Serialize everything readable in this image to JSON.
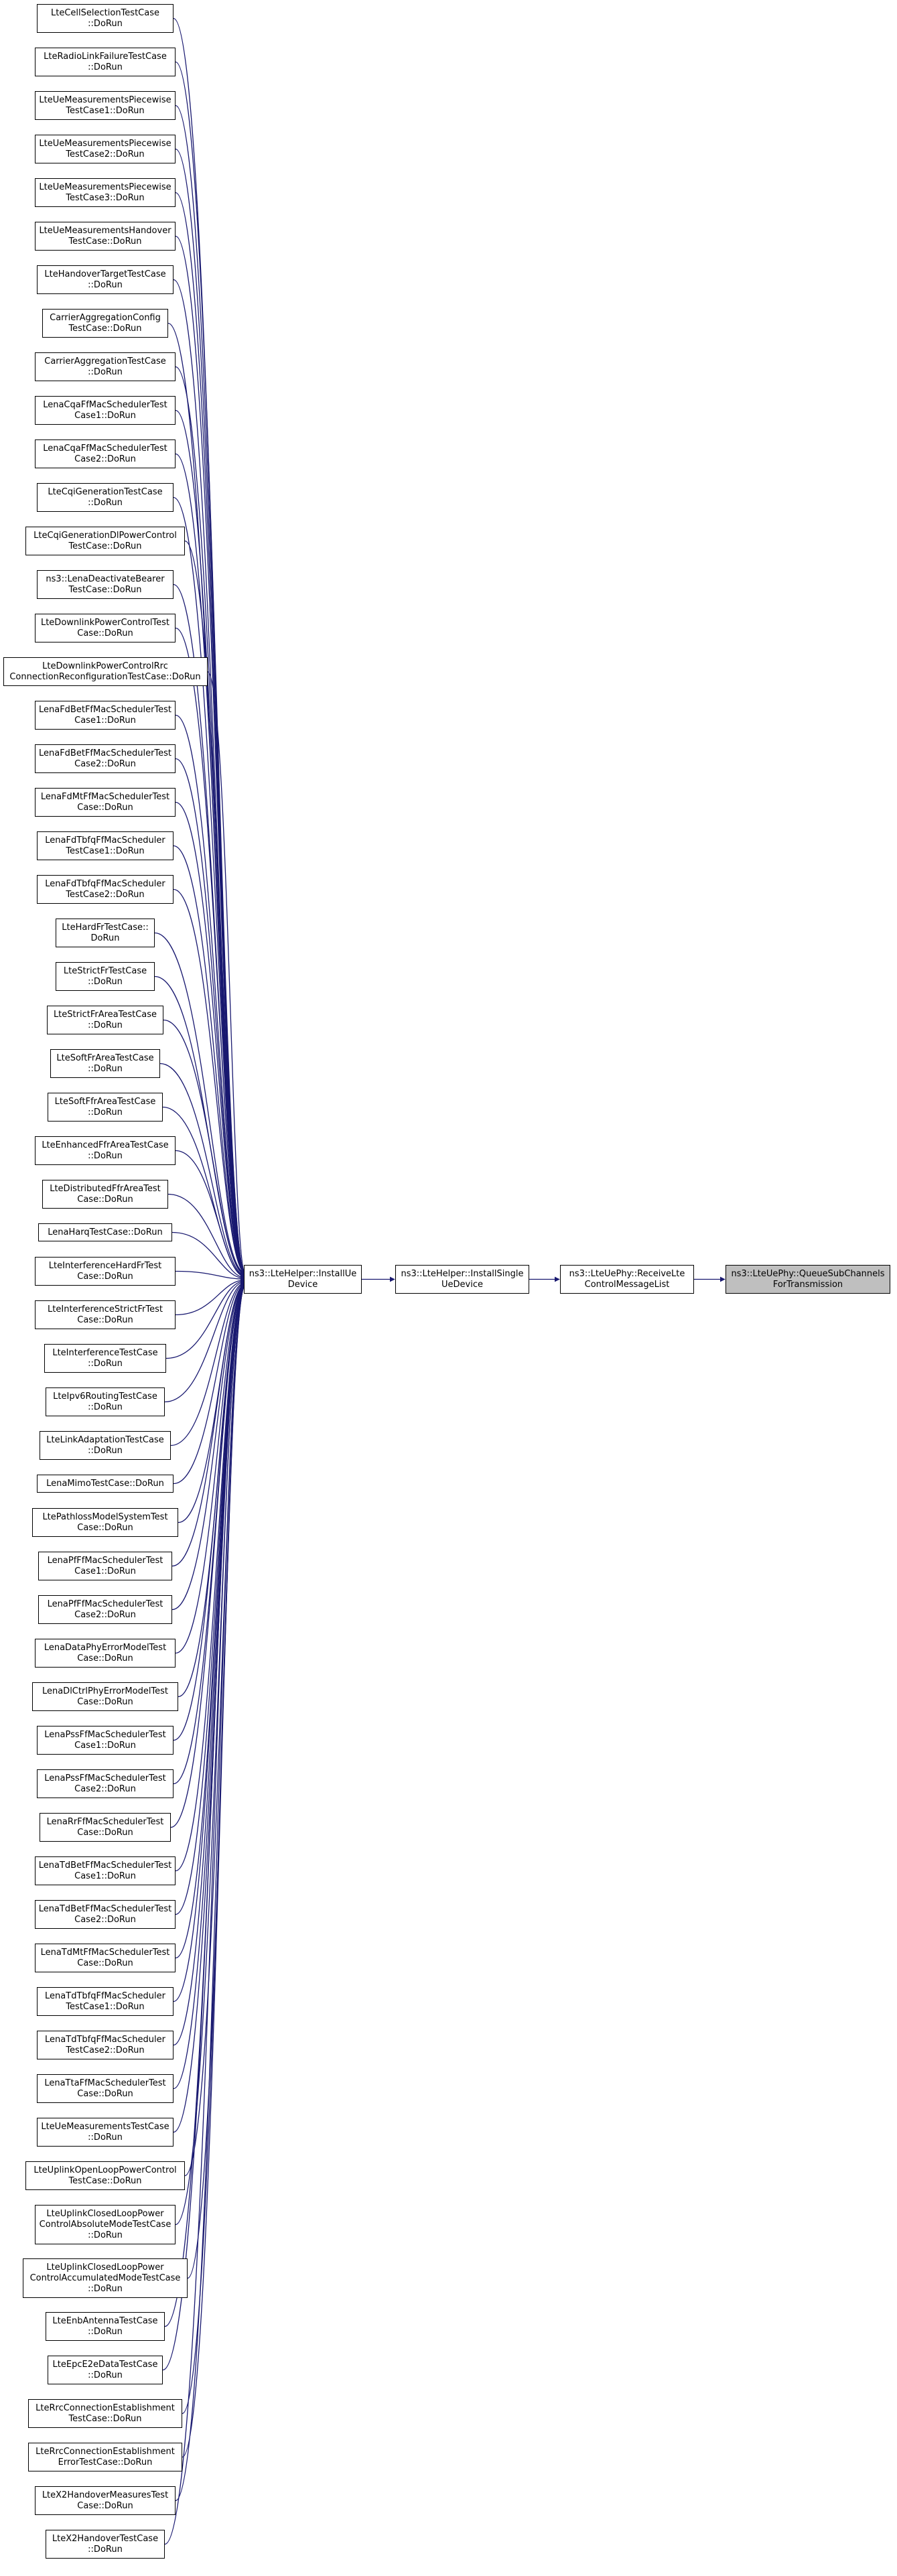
{
  "colors": {
    "edge": "#191970",
    "node_border": "#000000",
    "node_fill": "#ffffff",
    "focus_fill": "#bfbfbf",
    "text": "#000000"
  },
  "callers": [
    {
      "lines": [
        "LteCellSelectionTestCase",
        "::DoRun"
      ]
    },
    {
      "lines": [
        "LteRadioLinkFailureTestCase",
        "::DoRun"
      ]
    },
    {
      "lines": [
        "LteUeMeasurementsPiecewise",
        "TestCase1::DoRun"
      ]
    },
    {
      "lines": [
        "LteUeMeasurementsPiecewise",
        "TestCase2::DoRun"
      ]
    },
    {
      "lines": [
        "LteUeMeasurementsPiecewise",
        "TestCase3::DoRun"
      ]
    },
    {
      "lines": [
        "LteUeMeasurementsHandover",
        "TestCase::DoRun"
      ]
    },
    {
      "lines": [
        "LteHandoverTargetTestCase",
        "::DoRun"
      ]
    },
    {
      "lines": [
        "CarrierAggregationConfig",
        "TestCase::DoRun"
      ]
    },
    {
      "lines": [
        "CarrierAggregationTestCase",
        "::DoRun"
      ]
    },
    {
      "lines": [
        "LenaCqaFfMacSchedulerTest",
        "Case1::DoRun"
      ]
    },
    {
      "lines": [
        "LenaCqaFfMacSchedulerTest",
        "Case2::DoRun"
      ]
    },
    {
      "lines": [
        "LteCqiGenerationTestCase",
        "::DoRun"
      ]
    },
    {
      "lines": [
        "LteCqiGenerationDlPowerControl",
        "TestCase::DoRun"
      ]
    },
    {
      "lines": [
        "ns3::LenaDeactivateBearer",
        "TestCase::DoRun"
      ]
    },
    {
      "lines": [
        "LteDownlinkPowerControlTest",
        "Case::DoRun"
      ]
    },
    {
      "lines": [
        "LteDownlinkPowerControlRrc",
        "ConnectionReconfigurationTestCase::DoRun"
      ]
    },
    {
      "lines": [
        "LenaFdBetFfMacSchedulerTest",
        "Case1::DoRun"
      ]
    },
    {
      "lines": [
        "LenaFdBetFfMacSchedulerTest",
        "Case2::DoRun"
      ]
    },
    {
      "lines": [
        "LenaFdMtFfMacSchedulerTest",
        "Case::DoRun"
      ]
    },
    {
      "lines": [
        "LenaFdTbfqFfMacScheduler",
        "TestCase1::DoRun"
      ]
    },
    {
      "lines": [
        "LenaFdTbfqFfMacScheduler",
        "TestCase2::DoRun"
      ]
    },
    {
      "lines": [
        "LteHardFrTestCase::",
        "DoRun"
      ]
    },
    {
      "lines": [
        "LteStrictFrTestCase",
        "::DoRun"
      ]
    },
    {
      "lines": [
        "LteStrictFrAreaTestCase",
        "::DoRun"
      ]
    },
    {
      "lines": [
        "LteSoftFrAreaTestCase",
        "::DoRun"
      ]
    },
    {
      "lines": [
        "LteSoftFfrAreaTestCase",
        "::DoRun"
      ]
    },
    {
      "lines": [
        "LteEnhancedFfrAreaTestCase",
        "::DoRun"
      ]
    },
    {
      "lines": [
        "LteDistributedFfrAreaTest",
        "Case::DoRun"
      ]
    },
    {
      "lines": [
        "LenaHarqTestCase::DoRun"
      ]
    },
    {
      "lines": [
        "LteInterferenceHardFrTest",
        "Case::DoRun"
      ]
    },
    {
      "lines": [
        "LteInterferenceStrictFrTest",
        "Case::DoRun"
      ]
    },
    {
      "lines": [
        "LteInterferenceTestCase",
        "::DoRun"
      ]
    },
    {
      "lines": [
        "LteIpv6RoutingTestCase",
        "::DoRun"
      ]
    },
    {
      "lines": [
        "LteLinkAdaptationTestCase",
        "::DoRun"
      ]
    },
    {
      "lines": [
        "LenaMimoTestCase::DoRun"
      ]
    },
    {
      "lines": [
        "LtePathlossModelSystemTest",
        "Case::DoRun"
      ]
    },
    {
      "lines": [
        "LenaPfFfMacSchedulerTest",
        "Case1::DoRun"
      ]
    },
    {
      "lines": [
        "LenaPfFfMacSchedulerTest",
        "Case2::DoRun"
      ]
    },
    {
      "lines": [
        "LenaDataPhyErrorModelTest",
        "Case::DoRun"
      ]
    },
    {
      "lines": [
        "LenaDlCtrlPhyErrorModelTest",
        "Case::DoRun"
      ]
    },
    {
      "lines": [
        "LenaPssFfMacSchedulerTest",
        "Case1::DoRun"
      ]
    },
    {
      "lines": [
        "LenaPssFfMacSchedulerTest",
        "Case2::DoRun"
      ]
    },
    {
      "lines": [
        "LenaRrFfMacSchedulerTest",
        "Case::DoRun"
      ]
    },
    {
      "lines": [
        "LenaTdBetFfMacSchedulerTest",
        "Case1::DoRun"
      ]
    },
    {
      "lines": [
        "LenaTdBetFfMacSchedulerTest",
        "Case2::DoRun"
      ]
    },
    {
      "lines": [
        "LenaTdMtFfMacSchedulerTest",
        "Case::DoRun"
      ]
    },
    {
      "lines": [
        "LenaTdTbfqFfMacScheduler",
        "TestCase1::DoRun"
      ]
    },
    {
      "lines": [
        "LenaTdTbfqFfMacScheduler",
        "TestCase2::DoRun"
      ]
    },
    {
      "lines": [
        "LenaTtaFfMacSchedulerTest",
        "Case::DoRun"
      ]
    },
    {
      "lines": [
        "LteUeMeasurementsTestCase",
        "::DoRun"
      ]
    },
    {
      "lines": [
        "LteUplinkOpenLoopPowerControl",
        "TestCase::DoRun"
      ]
    },
    {
      "lines": [
        "LteUplinkClosedLoopPower",
        "ControlAbsoluteModeTestCase",
        "::DoRun"
      ]
    },
    {
      "lines": [
        "LteUplinkClosedLoopPower",
        "ControlAccumulatedModeTestCase",
        "::DoRun"
      ]
    },
    {
      "lines": [
        "LteEnbAntennaTestCase",
        "::DoRun"
      ]
    },
    {
      "lines": [
        "LteEpcE2eDataTestCase",
        "::DoRun"
      ]
    },
    {
      "lines": [
        "LteRrcConnectionEstablishment",
        "TestCase::DoRun"
      ]
    },
    {
      "lines": [
        "LteRrcConnectionEstablishment",
        "ErrorTestCase::DoRun"
      ]
    },
    {
      "lines": [
        "LteX2HandoverMeasuresTest",
        "Case::DoRun"
      ]
    },
    {
      "lines": [
        "LteX2HandoverTestCase",
        "::DoRun"
      ]
    }
  ],
  "chain": [
    {
      "lines": [
        "ns3::LteHelper::InstallUe",
        "Device"
      ]
    },
    {
      "lines": [
        "ns3::LteHelper::InstallSingle",
        "UeDevice"
      ]
    },
    {
      "lines": [
        "ns3::LteUePhy::ReceiveLte",
        "ControlMessageList"
      ]
    }
  ],
  "focus": {
    "lines": [
      "ns3::LteUePhy::QueueSubChannels",
      "ForTransmission"
    ]
  }
}
